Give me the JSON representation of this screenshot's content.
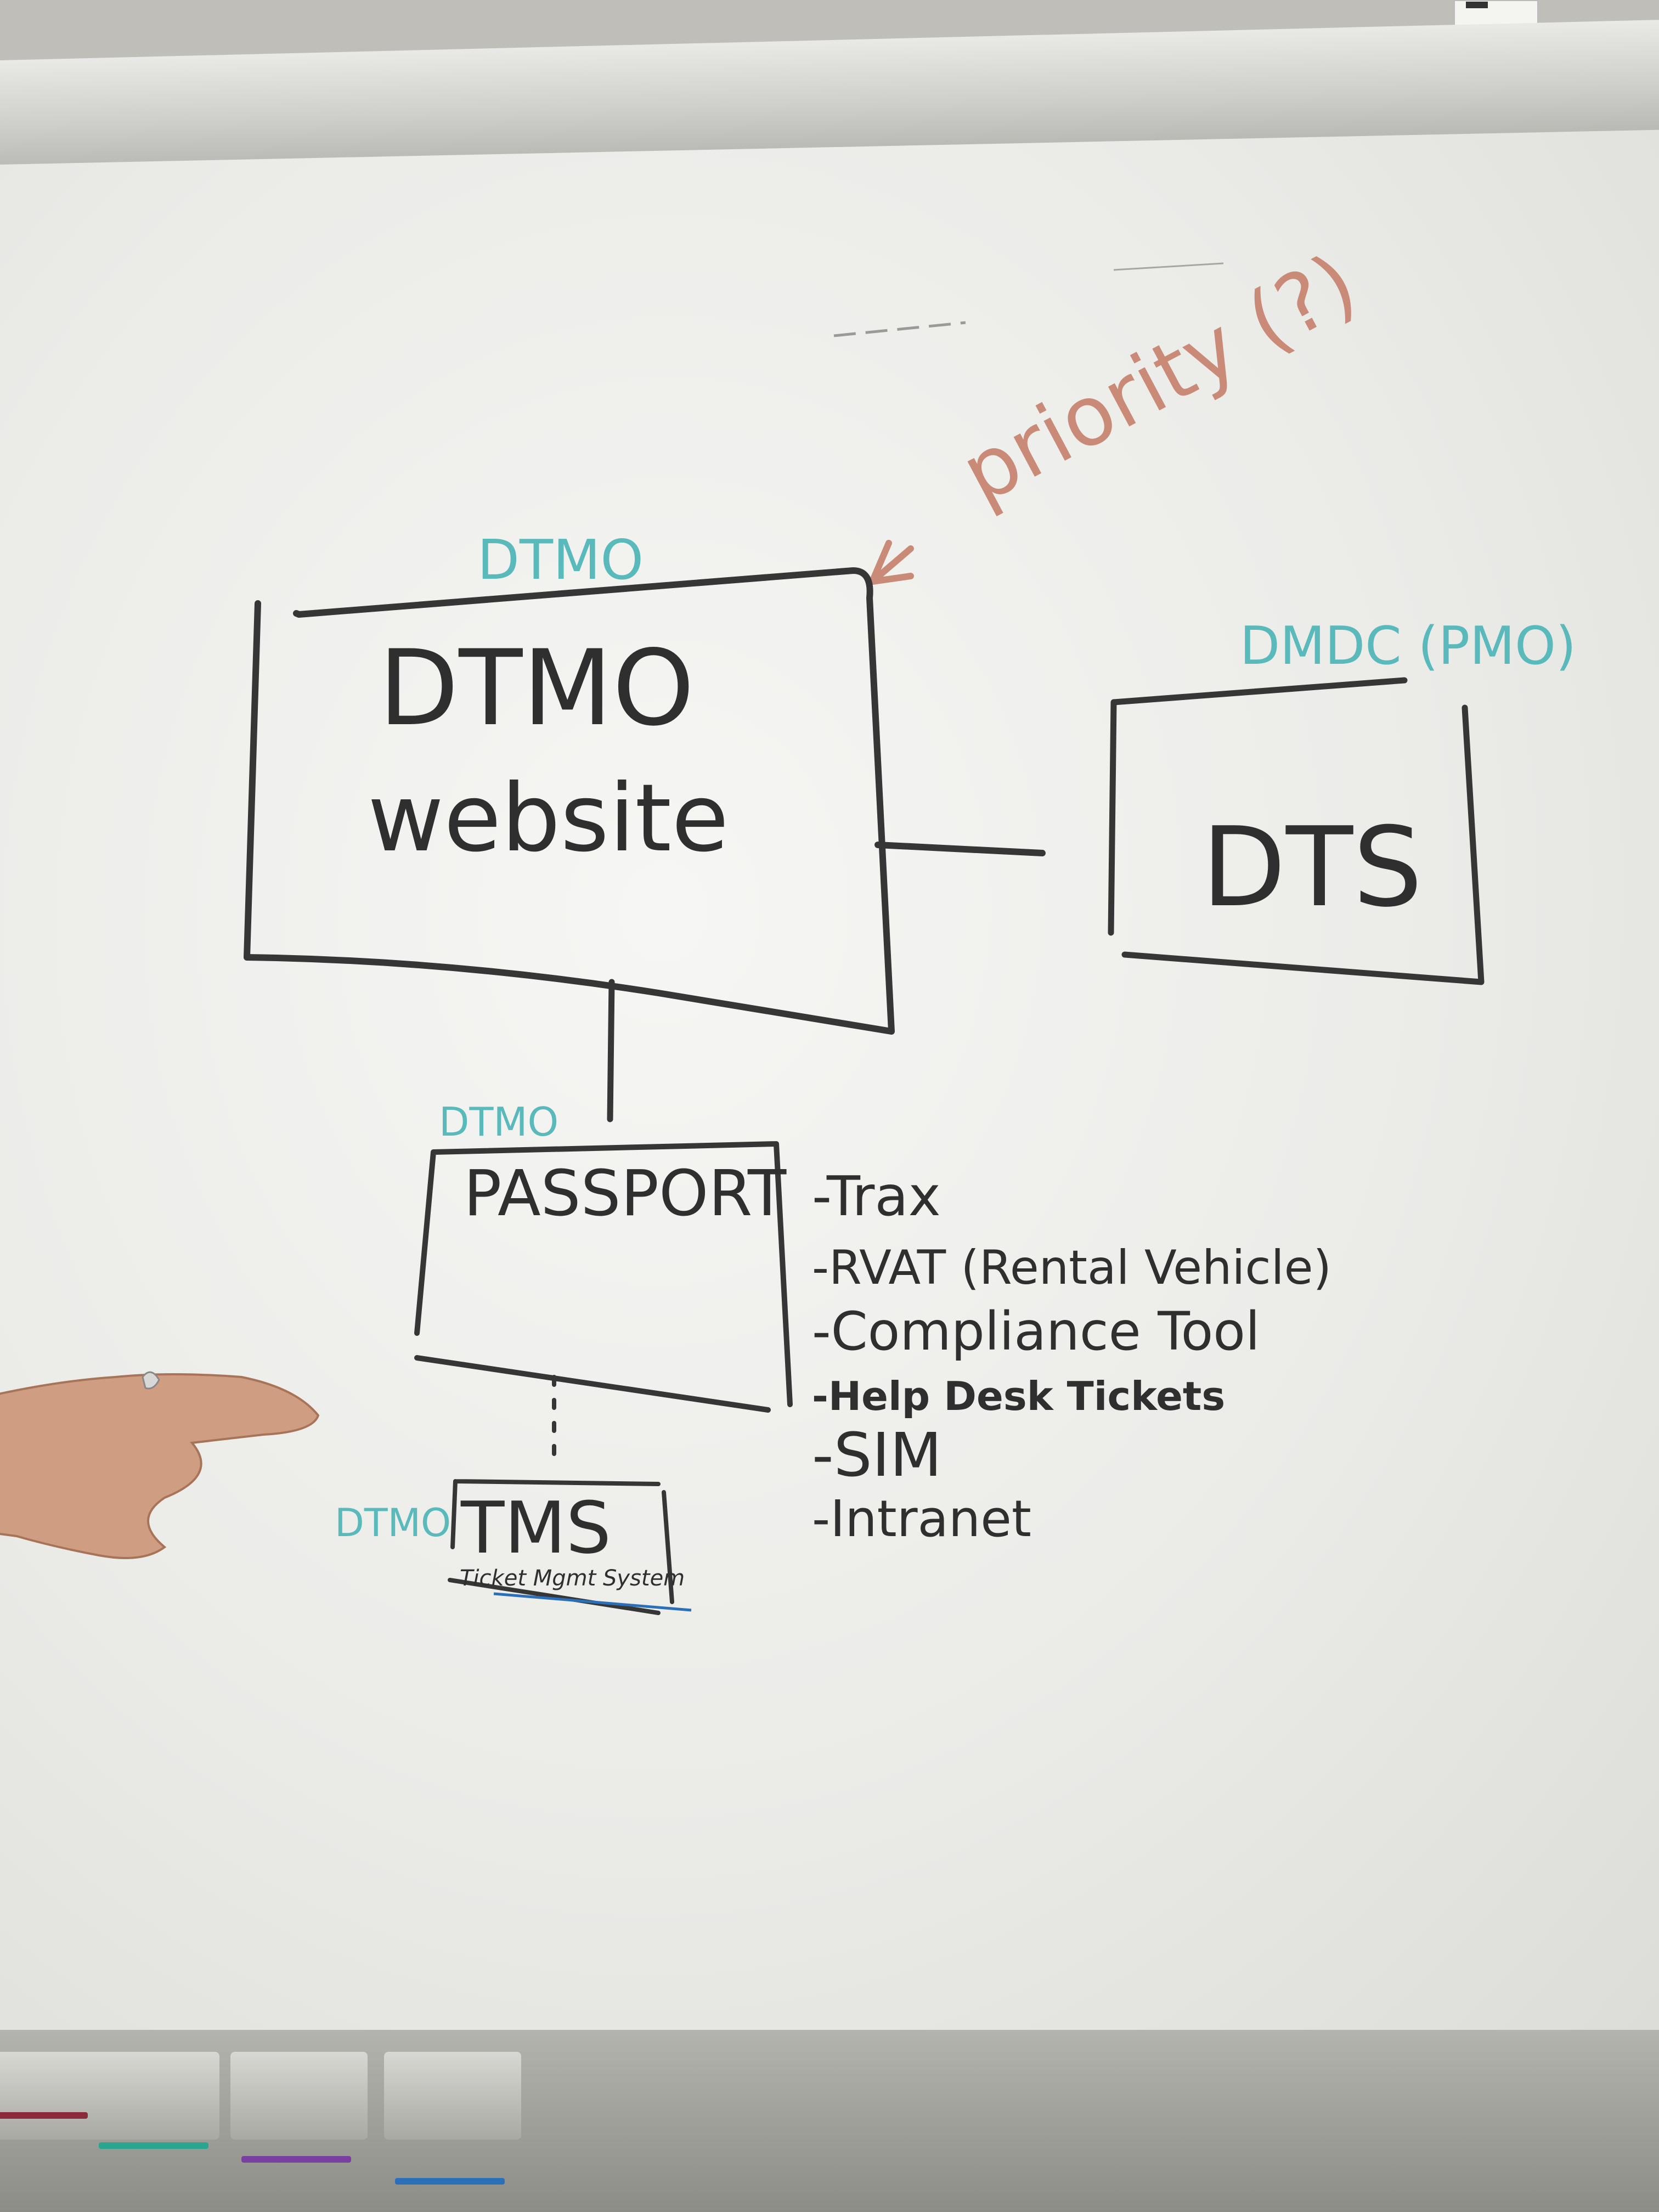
{
  "photo": {
    "subject": "whiteboard",
    "colors": {
      "black_marker": "#2f2f2f",
      "teal_marker": "#5ab9bb",
      "red_marker": "#c98a78",
      "blue_marker": "#2a6fb8"
    }
  },
  "annotations": {
    "priority": "priority (?)"
  },
  "diagram": {
    "dtmo_website": {
      "owner": "DTMO",
      "line1": "DTMO",
      "line2": "website"
    },
    "dts": {
      "owner": "DMDC (PMO)",
      "label": "DTS"
    },
    "passport": {
      "owner": "DTMO",
      "label": "PASSPORT"
    },
    "tms": {
      "owner": "DTMO",
      "label": "TMS",
      "sublabel": "Ticket Mgmt System"
    },
    "passport_items": [
      "-Trax",
      "-RVAT (Rental Vehicle)",
      "-Compliance Tool",
      "-Help Desk Tickets",
      "-SIM",
      "-Intranet"
    ]
  }
}
